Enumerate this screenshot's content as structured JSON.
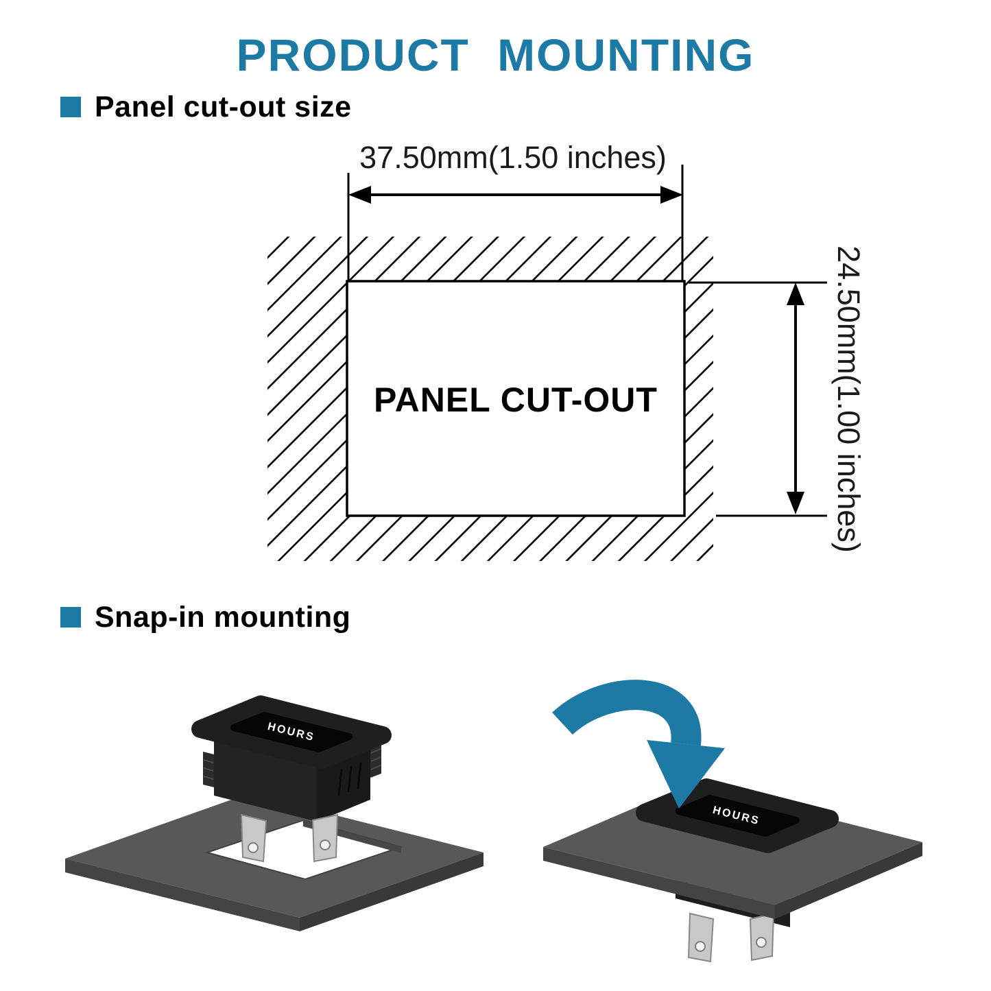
{
  "title": "PRODUCT MOUNTING",
  "colors": {
    "accent": "#1d7aa4",
    "panel_gray": "#57585a",
    "meter_black": "#1f1f1f",
    "terminal_silver": "#c6c9cb"
  },
  "sections": {
    "panel_cutout": {
      "heading": "Panel cut-out size",
      "width_label": "37.50mm(1.50 inches)",
      "height_label": "24.50mm(1.00 inches)",
      "cutout_label": "PANEL CUT-OUT"
    },
    "snap_in": {
      "heading": "Snap-in mounting",
      "meter_label": "HOURS"
    }
  }
}
